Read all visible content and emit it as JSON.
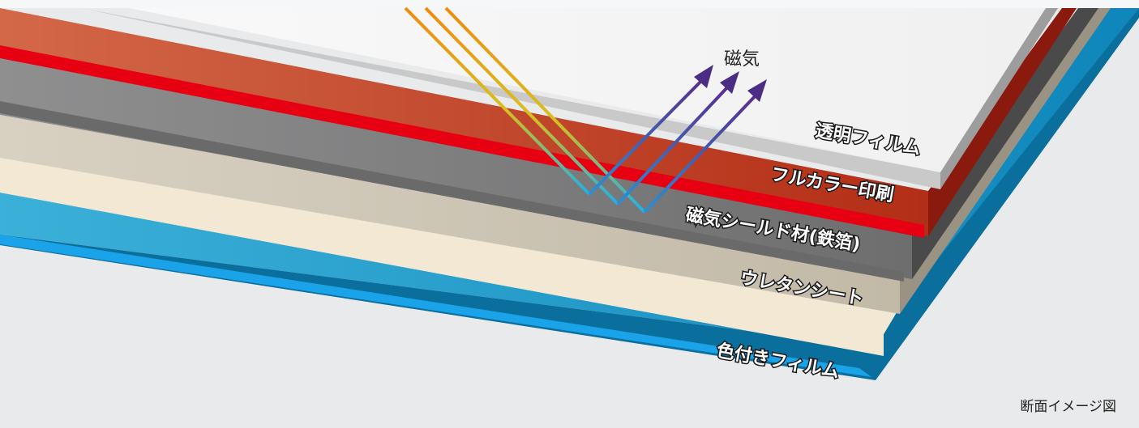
{
  "layers": [
    {
      "label": "透明フィルム",
      "top_color": "#f3f3f3",
      "side_color": "#c9c9c9"
    },
    {
      "label": "フルカラー印刷",
      "top_color": "#c0401f",
      "side_color": "#8a1a0e"
    },
    {
      "label": "磁気シールド材(鉄箔)",
      "top_color": "#7f7f80",
      "side_color": "#444444"
    },
    {
      "label": "ウレタンシート",
      "top_color": "#cfc6b5",
      "side_color": "#9a9283"
    },
    {
      "label": "色付きフィルム",
      "top_color": "#1892c8",
      "side_color": "#0b6f9d"
    }
  ],
  "magnetism_label": "磁気",
  "caption": "断面イメージ図",
  "colors": {
    "background": "#e9eaeb",
    "red_stripe": "#e60012",
    "cream_layer": "#f2e8d3",
    "blue_edge": "#1aa3e8",
    "arrow_purple": "#4b2e83",
    "ray_orange": "#f0a020",
    "ray_cyan": "#22b0e0"
  }
}
